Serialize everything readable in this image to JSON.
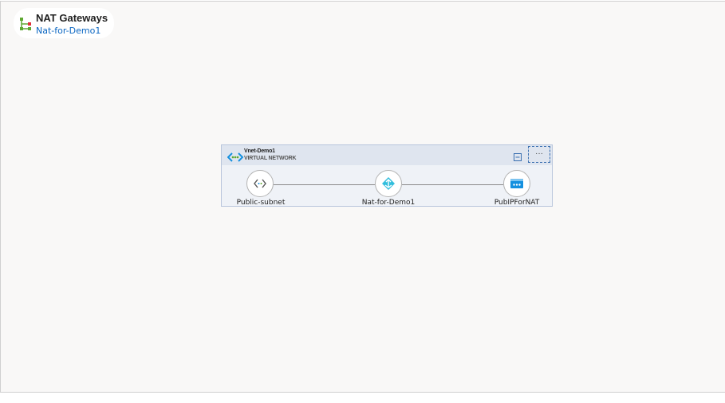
{
  "header": {
    "title": "NAT Gateways",
    "subtitle": "Nat-for-Demo1",
    "icon": "nat-gateway-icon"
  },
  "vnet": {
    "name": "Vnet-Demo1",
    "type": "VIRTUAL NETWORK",
    "icon": "virtual-network-icon",
    "more_label": "···",
    "nodes": [
      {
        "label": "Public-subnet",
        "icon": "subnet-icon"
      },
      {
        "label": "Nat-for-Demo1",
        "icon": "nat-gateway-icon"
      },
      {
        "label": "PubIPForNAT",
        "icon": "public-ip-icon"
      }
    ]
  },
  "colors": {
    "accent": "#0a66c2",
    "green": "#5ea832",
    "azure_blue": "#1490df",
    "cyan": "#32bedd"
  }
}
